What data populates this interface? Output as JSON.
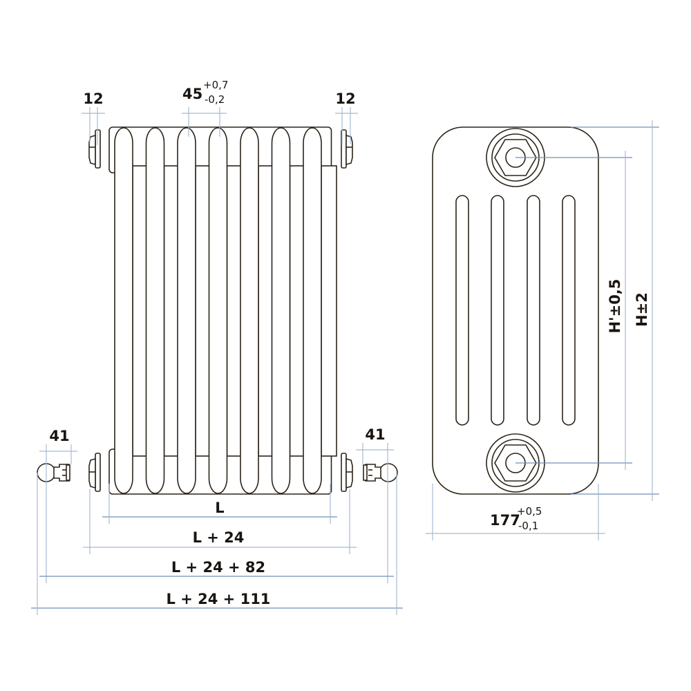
{
  "front_view": {
    "section_count": 7,
    "labels": {
      "left_nipple_width": "12",
      "right_nipple_width": "12",
      "section_pitch": "45",
      "section_pitch_tol_plus": "+0,7",
      "section_pitch_tol_minus": "-0,2",
      "left_valve_width": "41",
      "right_valve_width": "41",
      "length_L": "L",
      "length_L24": "L + 24",
      "length_L24_82": "L + 24 + 82",
      "length_L24_111": "L + 24 + 111"
    }
  },
  "side_view": {
    "column_count": 4,
    "labels": {
      "depth": "177",
      "depth_tol_plus": "+0,5",
      "depth_tol_minus": "-0,1",
      "center_height": "H'±0,5",
      "total_height": "H±2"
    }
  },
  "colors": {
    "outline": "#2b2418",
    "dimension_line": "#6f8fb3"
  }
}
